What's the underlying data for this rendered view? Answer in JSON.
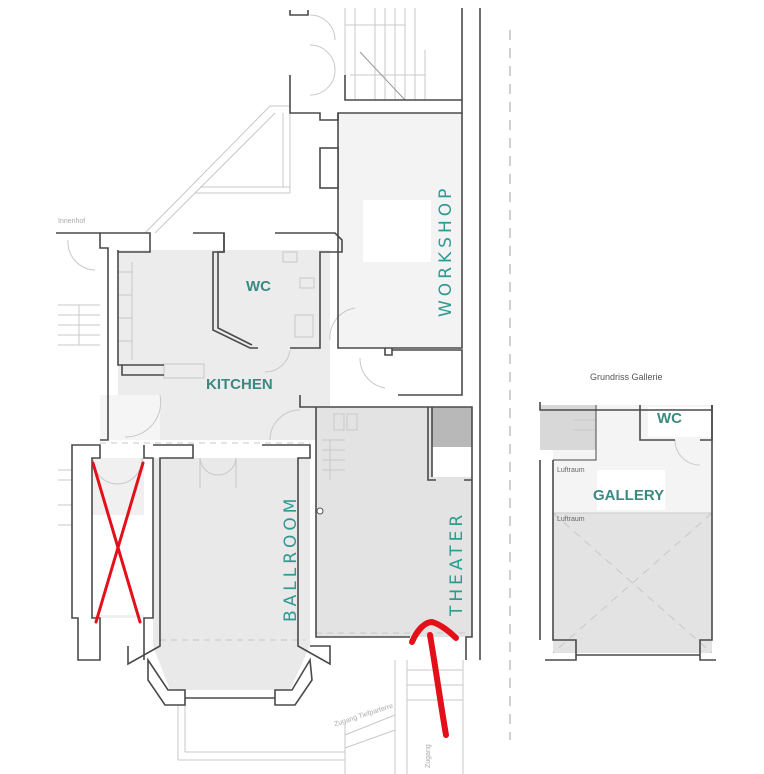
{
  "floor_plan": {
    "rooms": [
      {
        "id": "workshop",
        "label": "WORKSHOP",
        "orientation": "vertical"
      },
      {
        "id": "wc_main",
        "label": "WC",
        "orientation": "horizontal"
      },
      {
        "id": "kitchen",
        "label": "KITCHEN",
        "orientation": "horizontal"
      },
      {
        "id": "ballroom",
        "label": "BALLROOM",
        "orientation": "vertical"
      },
      {
        "id": "theater",
        "label": "THEATER",
        "orientation": "vertical"
      }
    ],
    "annotations": {
      "innenhof": "Innenhof",
      "zugang_tiefparterre": "Zugang Tiefparterre",
      "zugang": "Zugang"
    },
    "markers": {
      "crossed_out_room": "red X",
      "entrance_arrow": "red arrow"
    }
  },
  "gallery_plan": {
    "title": "Grundriss Gallerie",
    "rooms": [
      {
        "id": "wc_gallery",
        "label": "WC"
      },
      {
        "id": "gallery",
        "label": "GALLERY"
      }
    ],
    "luftraum_top": "Luftraum",
    "luftraum_bottom": "Luftraum"
  },
  "colors": {
    "label_teal": "#3a8a80",
    "wall": "#4a4a4a",
    "floor_fill": "#e8e8e8",
    "marker_red": "#e3101a"
  }
}
